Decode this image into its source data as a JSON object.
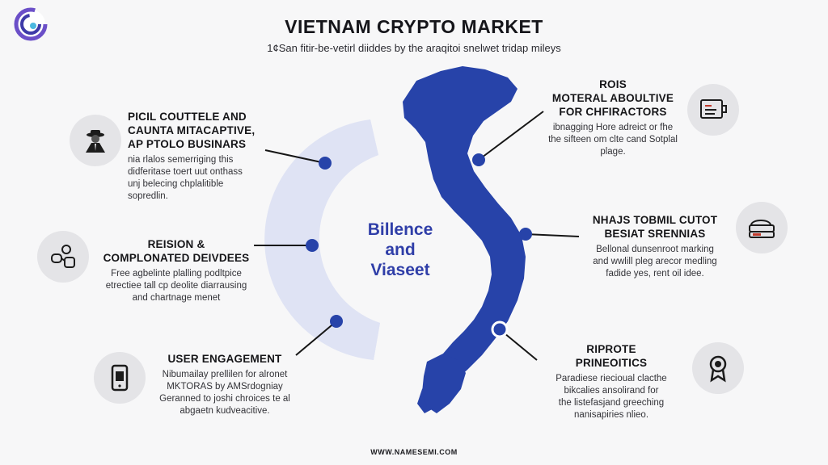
{
  "header": {
    "title": "VIETNAM CRYPTO MARKET",
    "subtitle": "1¢San fitir-be-vetirl diiddes by the araqitoi snelwet tridap mileys"
  },
  "center": {
    "line1": "Billence",
    "line2": "and",
    "line3": "Viaseet"
  },
  "blocks": {
    "top_left": {
      "title_lines": [
        "PICIL COUTTELE AND",
        "CAUNTA MITACAPTIVE,",
        "AP PTOLO BUSINARS"
      ],
      "body_lines": [
        "nia rlalos semerriging this",
        "didferitase toert uut onthass",
        "unj belecing chplalitible",
        "sopredlin."
      ],
      "icon": "spy-agent-icon"
    },
    "mid_left": {
      "title_lines": [
        "REISION &",
        "COMPLONATED DEIVDEES"
      ],
      "body_lines": [
        "Free agbelinte plalling podltpice",
        "etrectiee tall cp deolite diarrausing",
        "and chartnage menet"
      ],
      "icon": "people-network-icon"
    },
    "bottom_left": {
      "title_lines": [
        "USER ENGAGEMENT"
      ],
      "body_lines": [
        "Nibumailay prellilen for alronet",
        "MKTORAS by AMSrdogniay",
        "Geranned to joshi chroices te al",
        "abgaetn kudveacitive."
      ],
      "icon": "mobile-phone-icon"
    },
    "top_right": {
      "title_lines": [
        "ROIS",
        "MOTERAL ABOULTIVE",
        "FOR CHFIRACTORS"
      ],
      "body_lines": [
        "ibnagging Hore adreict or fhe",
        "the sifteen om clte cand Sotplal",
        "plage."
      ],
      "icon": "document-chart-icon"
    },
    "mid_right": {
      "title_lines": [
        "NHAJS TOBMIL CUTOT",
        "BESIAT SRENNIAS"
      ],
      "body_lines": [
        "Bellonal dunsenroot marking",
        "and wwlill pleg arecor medling",
        "fadide yes, rent oil idee."
      ],
      "icon": "hardware-device-icon"
    },
    "bottom_right": {
      "title_lines": [
        "RIPROTE",
        "PRINEOITICS"
      ],
      "body_lines": [
        "Paradiese riecioual clacthe",
        "bikcalies ansolirand for",
        "the listefasjand greeching",
        "nanisapiries nlieo."
      ],
      "icon": "award-badge-icon"
    }
  },
  "footer": {
    "url": "WWW.NAMESEMI.COM"
  },
  "colors": {
    "map_blue": "#2743a9",
    "arc_light": "#dfe3f4",
    "accent_text": "#2f3ea8",
    "line": "#161616"
  }
}
